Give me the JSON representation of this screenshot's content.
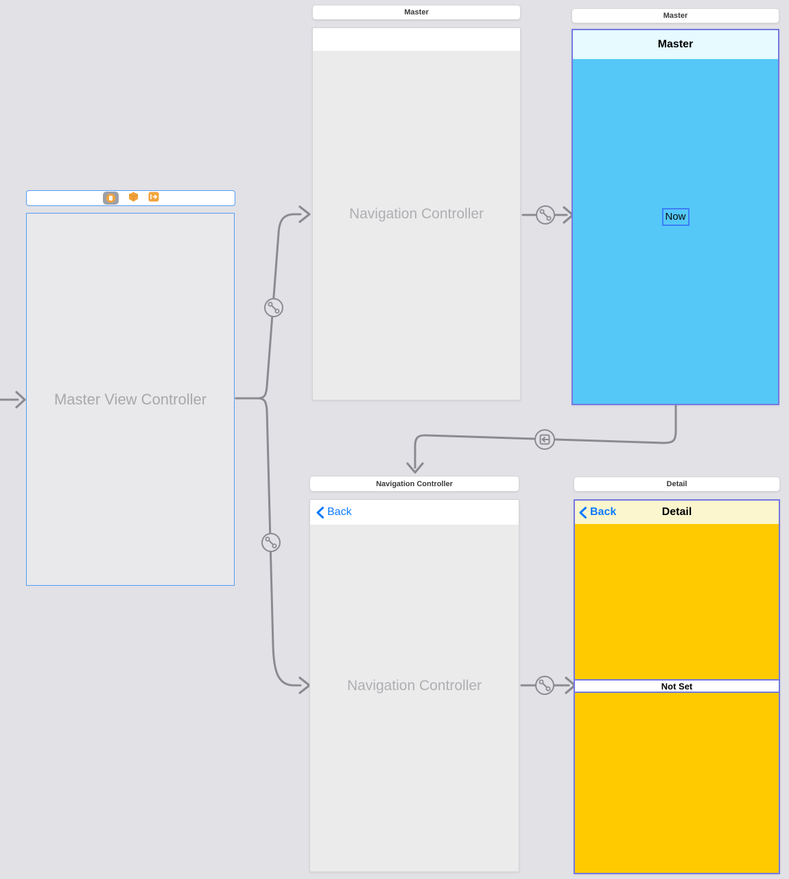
{
  "colors": {
    "canvas_background": "#E1E1E6",
    "scene_background": "#EAEAEC",
    "selection_border": "#7478E2",
    "focus_border_blue": "#539BF5",
    "now_button_border": "#3D7DF6",
    "ios_link_blue": "#0A7AFF",
    "master_body_cyan": "#55C8F8",
    "master_navbar_cyan": "#E6FAFF",
    "detail_body_yellow": "#FFCB00",
    "detail_navbar_yellow": "#FBF6CE",
    "connector_gray": "#8A8A90",
    "placeholder_gray": "#AFAFB3"
  },
  "scenes": {
    "master_vc": {
      "title": "Master View Controller",
      "dock_icons": [
        "view-controller-icon",
        "first-responder-icon",
        "exit-icon"
      ]
    },
    "nav_controller_top": {
      "dock_label": "Master",
      "placeholder": "Navigation Controller"
    },
    "master_view": {
      "dock_label": "Master",
      "nav_title": "Master",
      "button_label": "Now"
    },
    "nav_controller_bottom": {
      "dock_label": "Navigation Controller",
      "back_label": "Back",
      "placeholder": "Navigation Controller"
    },
    "detail_view": {
      "dock_label": "Detail",
      "back_label": "Back",
      "nav_title": "Detail",
      "label_text": "Not Set"
    }
  },
  "connections": {
    "entry_point": "initial-view-controller-arrow",
    "segue_icon": "push-segue-icon",
    "relationship_icon": "unwind-segue-icon"
  }
}
